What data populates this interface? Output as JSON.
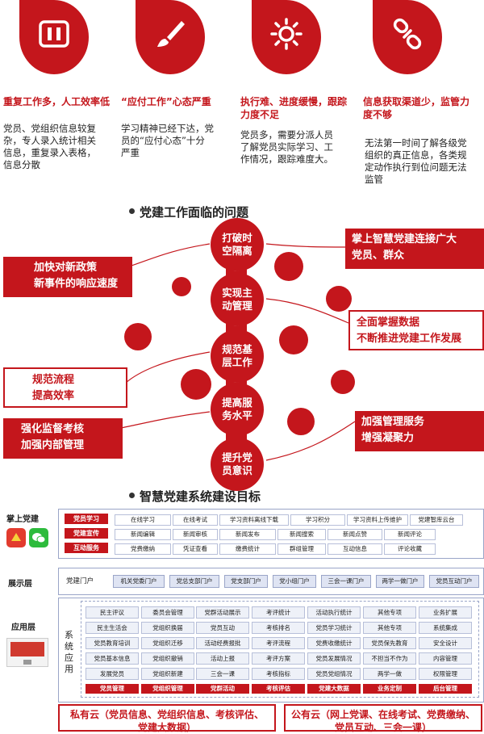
{
  "problems": [
    {
      "icon": "pause-box-icon",
      "title": "重复工作多，人工效率低",
      "body": [
        "党员、党组织信息较复",
        "杂，专人录入统计相关",
        "信息，重复录入表格，",
        "信息分散"
      ]
    },
    {
      "icon": "brush-icon",
      "title": "“应付工作”心态严重",
      "body": [
        "学习精神已经下达，党",
        "员的“应付心态”十分",
        "严重"
      ]
    },
    {
      "icon": "sun-icon",
      "title": "执行难、进度缓慢，跟踪力度不足",
      "body": [
        "党员多，需要分派人员",
        "了解党员实际学习、工",
        "作情况，跟踪难度大。"
      ]
    },
    {
      "icon": "link-icon",
      "title": "信息获取渠道少，监管力度不够",
      "body": [
        "无法第一时间了解各级党",
        "组织的真正信息，各类规",
        "定动作执行到位问题无法",
        "监管"
      ]
    }
  ],
  "section1": {
    "title": "党建工作面临的问题"
  },
  "nodes": [
    {
      "l1": "打破时",
      "l2": "空隔离"
    },
    {
      "l1": "实现主",
      "l2": "动管理"
    },
    {
      "l1": "规范基",
      "l2": "层工作"
    },
    {
      "l1": "提高服",
      "l2": "务水平"
    },
    {
      "l1": "提升党",
      "l2": "员意识"
    }
  ],
  "left_boxes": [
    {
      "l1": "加快对新政策",
      "l2": "新事件的响应速度"
    },
    {
      "l1": "规范流程",
      "l2": "提高效率"
    },
    {
      "l1": "强化监督考核",
      "l2": "加强内部管理"
    }
  ],
  "right_boxes": [
    {
      "l1": "掌上智慧党建连接广大",
      "l2": "党员、群众"
    },
    {
      "l1": "全面掌握数据",
      "l2": "不断推进党建工作发展"
    },
    {
      "l1": "加强管理服务",
      "l2": "增强凝聚力"
    }
  ],
  "section2": {
    "title": "智慧党建系统建设目标"
  },
  "mobile": {
    "label": "掌上党建",
    "rows": [
      {
        "label": "党员学习",
        "items": [
          "在线学习",
          "在线考试",
          "学习资料离线下载",
          "学习积分",
          "学习资料上传维护",
          "党建智库云台"
        ]
      },
      {
        "label": "党建宣传",
        "items": [
          "新闻编辑",
          "新闻审核",
          "新闻发布",
          "新闻搜索",
          "新闻点赞",
          "新闻评论"
        ]
      },
      {
        "label": "互动服务",
        "items": [
          "党费缴纳",
          "凭证查看",
          "缴费统计",
          "群组管理",
          "互动信息",
          "评论收藏"
        ]
      }
    ]
  },
  "display": {
    "label": "展示层",
    "portal_label": "党建门户",
    "items": [
      "机关党委门户",
      "党总支部门户",
      "党支部门户",
      "党小组门户",
      "三会一课门户",
      "两学一做门户",
      "党员互动门户"
    ]
  },
  "app": {
    "label": "应用层",
    "side": [
      "系",
      "统",
      "应",
      "用"
    ],
    "columns": [
      {
        "items": [
          "民主评议",
          "民主生活会",
          "党员教育培训",
          "党员基本信息",
          "发展党员"
        ],
        "foot": "党员管理"
      },
      {
        "items": [
          "委员会管理",
          "党组织换届",
          "党组织迁移",
          "党组织撤销",
          "党组织新建"
        ],
        "foot": "党组织管理"
      },
      {
        "items": [
          "党群活动展示",
          "党员互动",
          "活动经费报批",
          "活动上报",
          "三会一课"
        ],
        "foot": "党群活动"
      },
      {
        "items": [
          "考评统计",
          "考核排名",
          "考评流程",
          "考评方案",
          "考核指标"
        ],
        "foot": "考核评估"
      },
      {
        "items": [
          "活动执行统计",
          "党员学习统计",
          "党费收缴统计",
          "党员发展情况",
          "党员党组情况"
        ],
        "foot": "党建大数据"
      },
      {
        "items": [
          "其他专项",
          "其他专项",
          "党员保先教育",
          "不担当不作为",
          "两学一做"
        ],
        "foot": "业务定制"
      },
      {
        "items": [
          "业务扩展",
          "系统集成",
          "安全设计",
          "内容管理",
          "权限管理"
        ],
        "foot": "后台管理"
      }
    ]
  },
  "clouds": {
    "private": {
      "l1": "私有云（党员信息、党组织信息、考核评估、",
      "l2": "党建大数据）"
    },
    "public": {
      "l1": "公有云（网上党课、在线考试、党费缴纳、",
      "l2": "党员互动、三会一课）"
    }
  },
  "colors": {
    "accent": "#c4161c",
    "frame": "#9aa5c8",
    "cell_bg": "#eef1f8"
  }
}
